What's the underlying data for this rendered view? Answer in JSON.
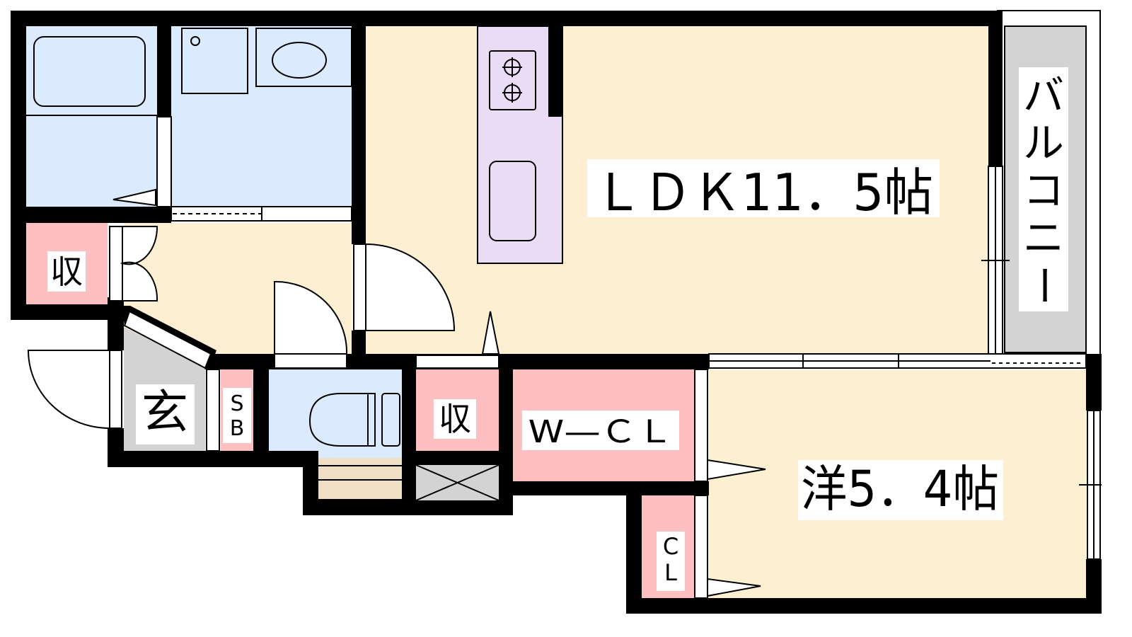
{
  "rooms": {
    "ldk": "ＬＤＫ11．5帖",
    "western": "洋5．4帖",
    "balcony": [
      "バ",
      "ル",
      "コ",
      "ニ",
      "ー"
    ],
    "storage_hall": "収",
    "storage_mid": "収",
    "entrance": "玄",
    "shoe_box": [
      "S",
      "B"
    ],
    "walk_in_closet": "W—ＣＬ",
    "closet": [
      "C",
      "L"
    ]
  },
  "colors": {
    "wall": "#000000",
    "wet_area": "#dbebfd",
    "living": "#fdf0d2",
    "storage": "#fdbfbf",
    "kitchen": "#e9dcf4",
    "balcony": "#d3d3d3",
    "entrance": "#d3d3d3",
    "stairs": "#efdfc4"
  }
}
